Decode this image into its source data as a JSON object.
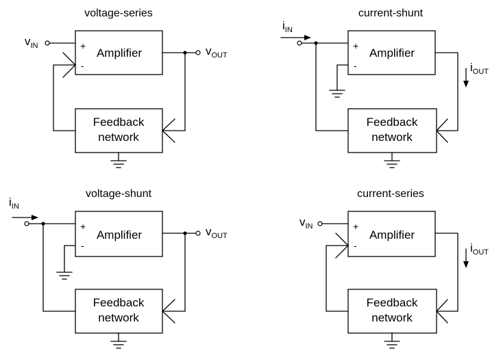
{
  "circuits": [
    {
      "title": "voltage-series",
      "amplifier": "Amplifier",
      "plus": "+",
      "minus": "-",
      "feedback_line1": "Feedback",
      "feedback_line2": "network",
      "input_label": {
        "main": "v",
        "sub": "IN"
      },
      "output_label": {
        "main": "v",
        "sub": "OUT"
      }
    },
    {
      "title": "current-shunt",
      "amplifier": "Amplifier",
      "plus": "+",
      "minus": "-",
      "feedback_line1": "Feedback",
      "feedback_line2": "network",
      "input_label": {
        "main": "i",
        "sub": "IN"
      },
      "output_label": {
        "main": "i",
        "sub": "OUT"
      }
    },
    {
      "title": "voltage-shunt",
      "amplifier": "Amplifier",
      "plus": "+",
      "minus": "-",
      "feedback_line1": "Feedback",
      "feedback_line2": "network",
      "input_label": {
        "main": "i",
        "sub": "IN"
      },
      "output_label": {
        "main": "v",
        "sub": "OUT"
      }
    },
    {
      "title": "current-series",
      "amplifier": "Amplifier",
      "plus": "+",
      "minus": "-",
      "feedback_line1": "Feedback",
      "feedback_line2": "network",
      "input_label": {
        "main": "v",
        "sub": "IN"
      },
      "output_label": {
        "main": "i",
        "sub": "OUT"
      }
    }
  ]
}
